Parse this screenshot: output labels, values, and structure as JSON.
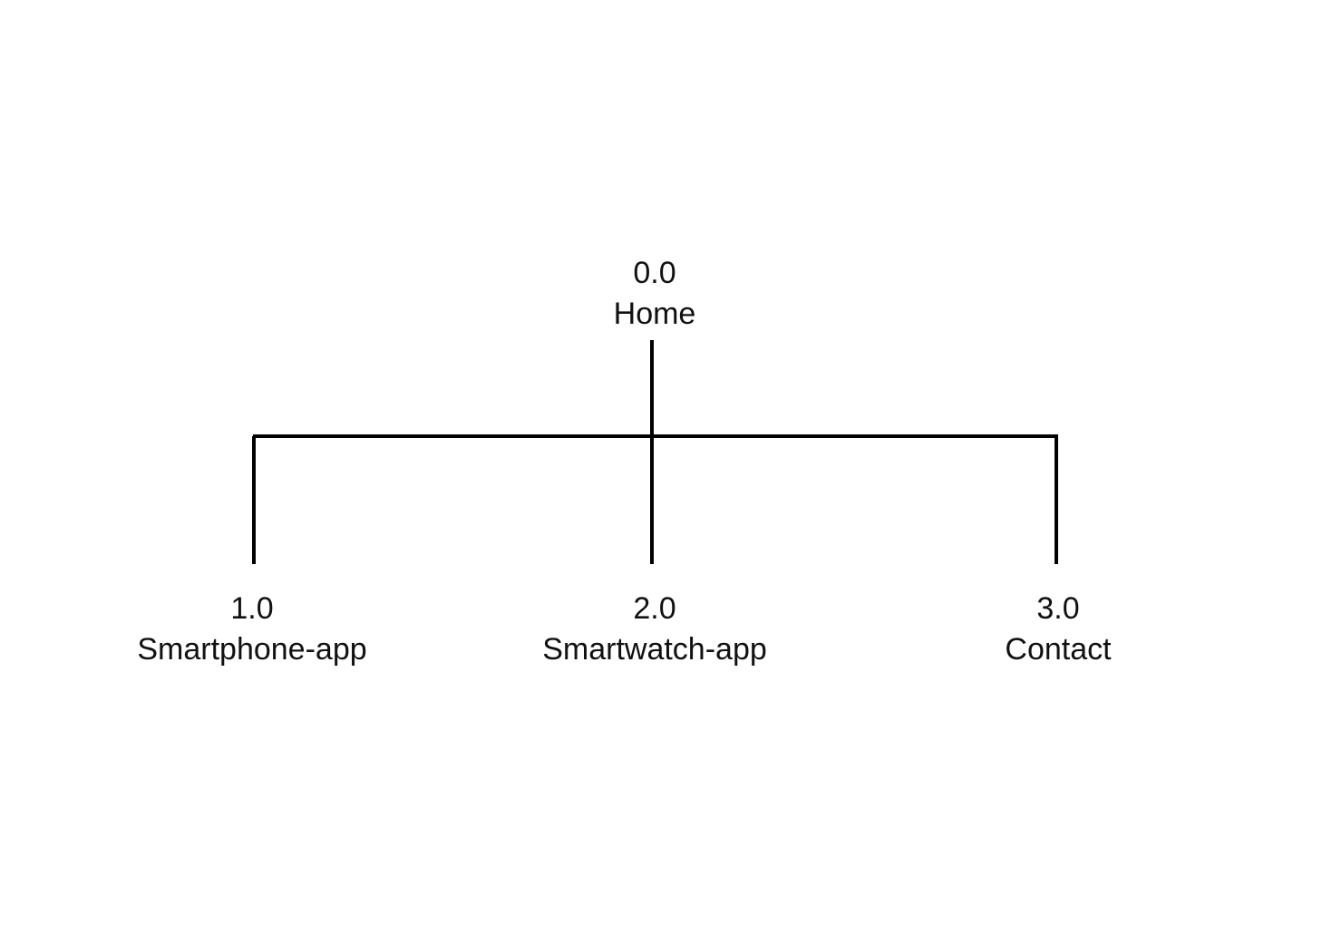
{
  "colors": {
    "line": "#000000",
    "text": "#111111",
    "background": "#ffffff"
  },
  "root": {
    "number": "0.0",
    "label": "Home"
  },
  "children": [
    {
      "number": "1.0",
      "label": "Smartphone-app"
    },
    {
      "number": "2.0",
      "label": "Smartwatch-app"
    },
    {
      "number": "3.0",
      "label": "Contact"
    }
  ]
}
